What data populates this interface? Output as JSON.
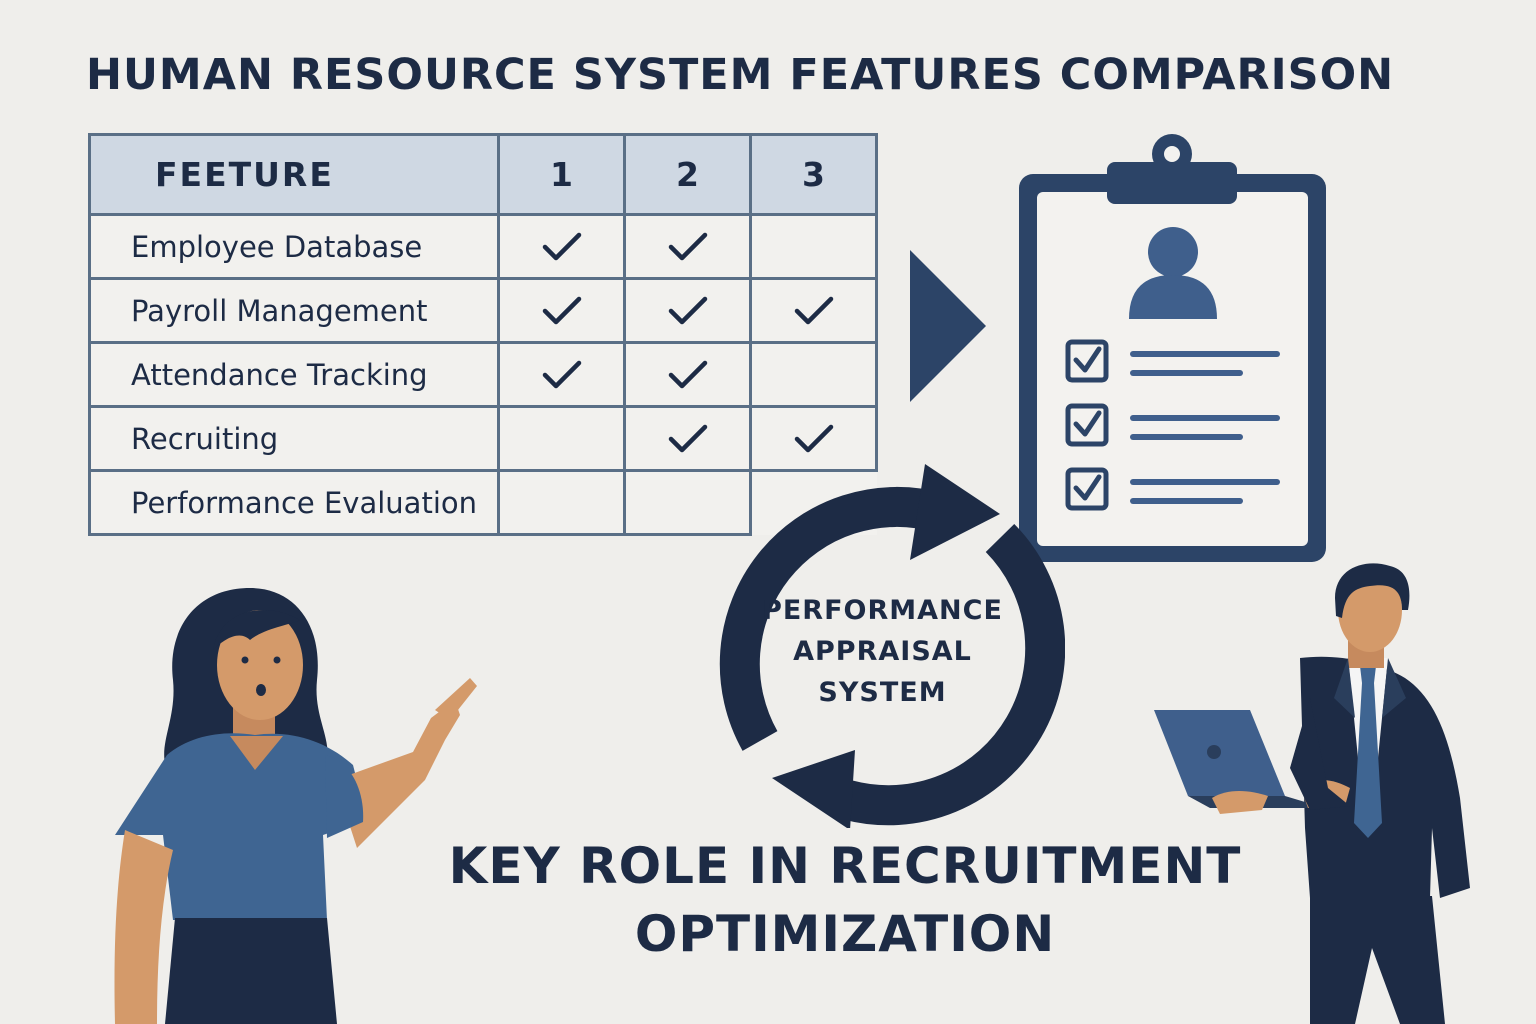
{
  "title": "HUMAN RESOURCE SYSTEM FEATURES COMPARISON",
  "table": {
    "headers": [
      "FEETURE",
      "1",
      "2",
      "3"
    ],
    "rows": [
      {
        "feature": "Employee Database",
        "checks": [
          true,
          true,
          false
        ]
      },
      {
        "feature": "Payroll Management",
        "checks": [
          true,
          true,
          true
        ]
      },
      {
        "feature": "Attendance Tracking",
        "checks": [
          true,
          true,
          false
        ]
      },
      {
        "feature": "Recruiting",
        "checks": [
          false,
          true,
          true
        ]
      },
      {
        "feature": "Performance Evaluation",
        "checks": [
          false,
          false,
          false
        ]
      }
    ]
  },
  "cycle": {
    "lines": [
      "PERFORMANCE",
      "APPRAISAL",
      "SYSTEM"
    ]
  },
  "tagline": {
    "lines": [
      "KEY ROLE IN RECRUITMENT",
      "OPTIMIZATION"
    ]
  },
  "icons": {
    "check": "checkmark-icon",
    "arrow": "play-triangle-icon",
    "clipboard": "clipboard-icon",
    "cycle": "circular-arrows-icon"
  },
  "colors": {
    "background": "#efeeeb",
    "navy": "#1d2b45",
    "accent_blue": "#3f5f8c",
    "table_header": "#cfd8e3",
    "table_border": "#5a6f86"
  }
}
